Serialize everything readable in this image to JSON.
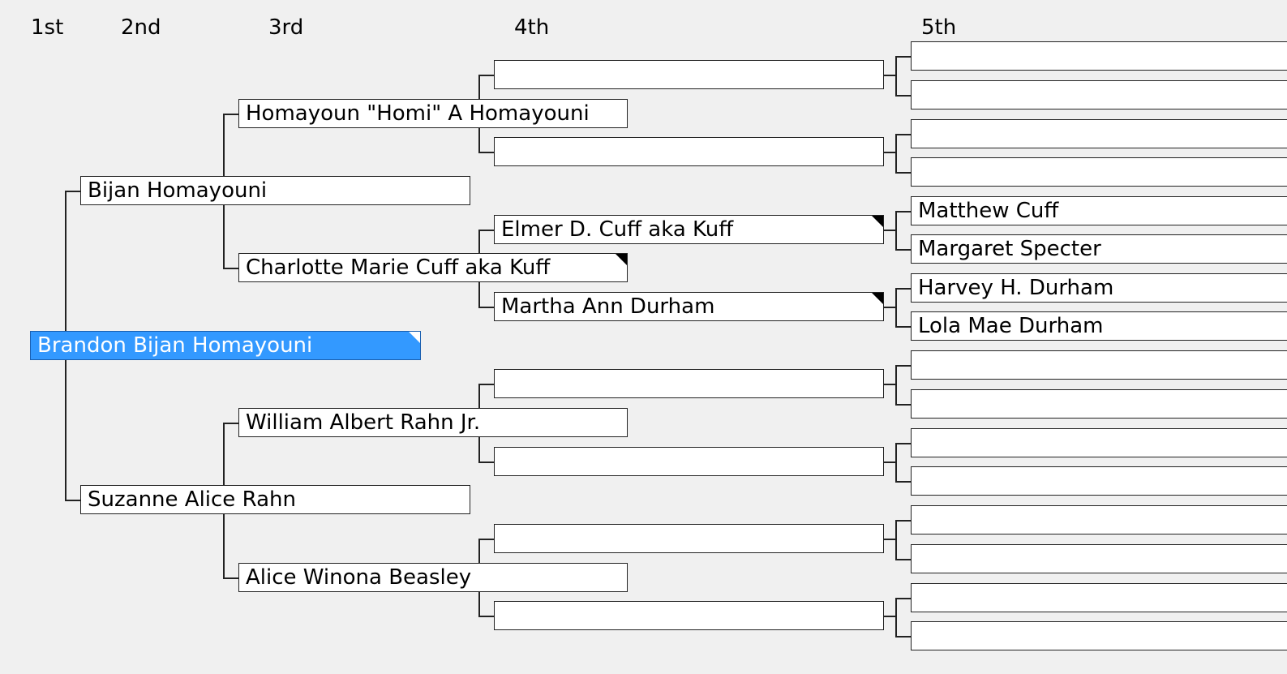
{
  "headers": [
    "1st",
    "2nd",
    "3rd",
    "4th",
    "5th"
  ],
  "gen1": [
    {
      "name": "Brandon Bijan Homayouni",
      "selected": true,
      "has_more": true
    }
  ],
  "gen2": [
    {
      "name": "Bijan Homayouni"
    },
    {
      "name": "Suzanne Alice Rahn"
    }
  ],
  "gen3": [
    {
      "name": "Homayoun \"Homi\" A Homayouni"
    },
    {
      "name": "Charlotte Marie Cuff aka Kuff",
      "has_more": true
    },
    {
      "name": "William Albert Rahn Jr."
    },
    {
      "name": "Alice Winona Beasley"
    }
  ],
  "gen4": [
    {
      "name": ""
    },
    {
      "name": ""
    },
    {
      "name": "Elmer D. Cuff aka Kuff",
      "has_more": true
    },
    {
      "name": "Martha Ann Durham",
      "has_more": true
    },
    {
      "name": ""
    },
    {
      "name": ""
    },
    {
      "name": ""
    },
    {
      "name": ""
    }
  ],
  "gen5": [
    {
      "name": ""
    },
    {
      "name": ""
    },
    {
      "name": ""
    },
    {
      "name": ""
    },
    {
      "name": "Matthew Cuff"
    },
    {
      "name": "Margaret Specter"
    },
    {
      "name": "Harvey H. Durham"
    },
    {
      "name": "Lola Mae Durham"
    },
    {
      "name": ""
    },
    {
      "name": ""
    },
    {
      "name": ""
    },
    {
      "name": ""
    },
    {
      "name": ""
    },
    {
      "name": ""
    },
    {
      "name": ""
    },
    {
      "name": ""
    }
  ]
}
